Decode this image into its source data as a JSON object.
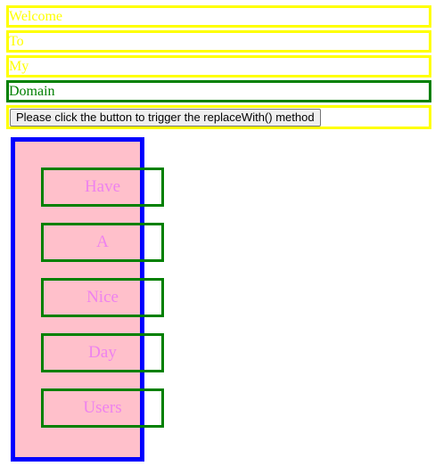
{
  "rows": [
    {
      "text": "Welcome",
      "style": "yellow"
    },
    {
      "text": "To",
      "style": "yellow"
    },
    {
      "text": "My",
      "style": "yellow"
    },
    {
      "text": "Domain",
      "style": "green"
    }
  ],
  "button": {
    "label": "Please click the button to trigger the replaceWith() method"
  },
  "cards": [
    {
      "text": "Have"
    },
    {
      "text": "A"
    },
    {
      "text": "Nice"
    },
    {
      "text": "Day"
    },
    {
      "text": "Users"
    }
  ],
  "colors": {
    "yellow": "#ffff00",
    "green": "#008000",
    "blue": "#0000ff",
    "pink": "#ffc0cb",
    "violet": "#ee82ee"
  }
}
